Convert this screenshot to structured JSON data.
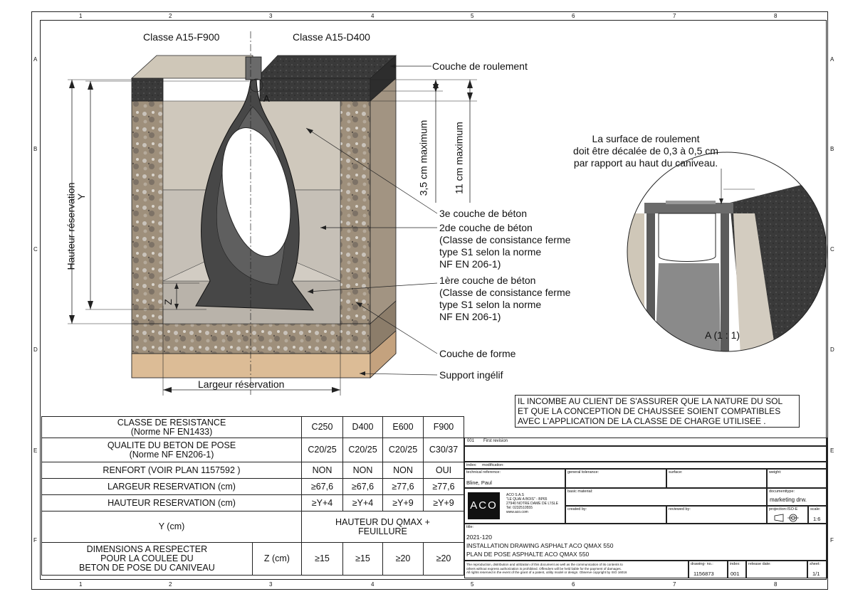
{
  "grid": {
    "columns": [
      "1",
      "2",
      "3",
      "4",
      "5",
      "6",
      "7",
      "8"
    ],
    "rows": [
      "A",
      "B",
      "C",
      "D",
      "E",
      "F"
    ]
  },
  "drawing": {
    "class_left": "Classe A15-F900",
    "class_right": "Classe A15-D400",
    "height_label": "Hauteur réservation",
    "y_label": "Y",
    "z_label": "Z",
    "detail_marker": "A",
    "dim_35": "3,5 cm maximum",
    "dim_11": "11 cm maximum",
    "width_label": "Largeur réservation",
    "callouts": {
      "couche_roulement": "Couche de roulement",
      "beton3": "3e couche de béton",
      "beton2": "2de couche de béton\n(Classe de consistance ferme\ntype S1 selon la norme\nNF EN 206-1)",
      "beton1": "1ère couche de béton\n(Classe de consistance ferme\ntype S1 selon la norme\nNF EN 206-1)",
      "couche_forme": "Couche de forme",
      "support": "Support ingélif"
    },
    "detail_note": "La surface de roulement\ndoit être décalée de 0,3 à 0,5 cm\npar rapport au haut du caniveau.",
    "detail_caption": "A (1 : 1)"
  },
  "warning": "IL INCOMBE AU CLIENT DE S'ASSURER QUE LA NATURE DU SOL\nET QUE LA CONCEPTION DE CHAUSSEE SOIENT COMPATIBLES\nAVEC L'APPLICATION DE LA CLASSE DE CHARGE UTILISEE .",
  "spec_table": {
    "header": {
      "label": "CLASSE DE RESISTANCE\n(Norme NF EN1433)",
      "cols": [
        "C250",
        "D400",
        "E600",
        "F900"
      ]
    },
    "rows": [
      {
        "label": "QUALITE DU BETON DE POSE\n(Norme NF EN206-1)",
        "vals": [
          "C20/25",
          "C20/25",
          "C20/25",
          "C30/37"
        ]
      },
      {
        "label": "RENFORT (VOIR PLAN 1157592 )",
        "vals": [
          "NON",
          "NON",
          "NON",
          "OUI"
        ]
      },
      {
        "label": "LARGEUR RESERVATION (cm)",
        "vals": [
          "≥67,6",
          "≥67,6",
          "≥77,6",
          "≥77,6"
        ]
      },
      {
        "label": "HAUTEUR RESERVATION (cm)",
        "vals": [
          "≥Y+4",
          "≥Y+4",
          "≥Y+9",
          "≥Y+9"
        ]
      }
    ],
    "y_row": {
      "label": "Y (cm)",
      "value": "HAUTEUR DU QMAX +\nFEUILLURE"
    },
    "dim_row": {
      "label": "DIMENSIONS A RESPECTER\nPOUR LA COULEE DU\nBETON DE POSE DU CANIVEAU",
      "sub": "Z (cm)",
      "vals": [
        "≥15",
        "≥15",
        "≥20",
        "≥20"
      ]
    }
  },
  "title_block": {
    "rev_index": "001",
    "rev_text": "First revision",
    "index_label": "index:",
    "modification_label": "modification:",
    "technical_reference_label": "technical reference:",
    "technical_reference": "Bline, Paul",
    "general_tolerance_label": "general tolerance:",
    "surface_label": "surface:",
    "weight_label": "weight:",
    "logo": "ACO",
    "company": "ACO S.A.S\n\"LE QUAI A BOIS\" - BP65\n27940 NOTRE DAME DE L'ISLE\nTel: 0232510555\nwww.aco.com",
    "basic_material_label": "basic material:",
    "documenttype_label": "documenttype:",
    "documenttype": "marketing drw.",
    "created_by_label": "created by:",
    "reviewed_by_label": "reviewed by:",
    "projection_label": "projection:ISO-E",
    "scale_label": "scale:",
    "scale": "1:6",
    "title_label": "title:",
    "title_lines": "2021-120\nINSTALLATION DRAWING ASPHALT ACO QMAX 550\nPLAN DE POSE ASPHALTE ACO QMAX 550",
    "legal": "The reproduction, distribution and utilization of this document as well as the communication of its contents to\nothers without express authorization is prohibited. Offenders will be held liable for the payment of damages.\nAll rights reserved in the event of the grant of a patent, utility model or design. Observe copyright by ISO 16016",
    "drawing_no_label": "drawing- no.:",
    "drawing_no": "1156873",
    "index2_label": "index:",
    "index2": "001",
    "release_label": "release date:",
    "sheet_label": "sheet:",
    "sheet": "1/1"
  },
  "colors": {
    "asphalt": "#3c3c3c",
    "concrete_light": "#cfc8bc",
    "concrete_mid": "#bdb7ae",
    "gravel": "#9a8b78",
    "support": "#d8b894",
    "channel": "#4a4a4a"
  }
}
